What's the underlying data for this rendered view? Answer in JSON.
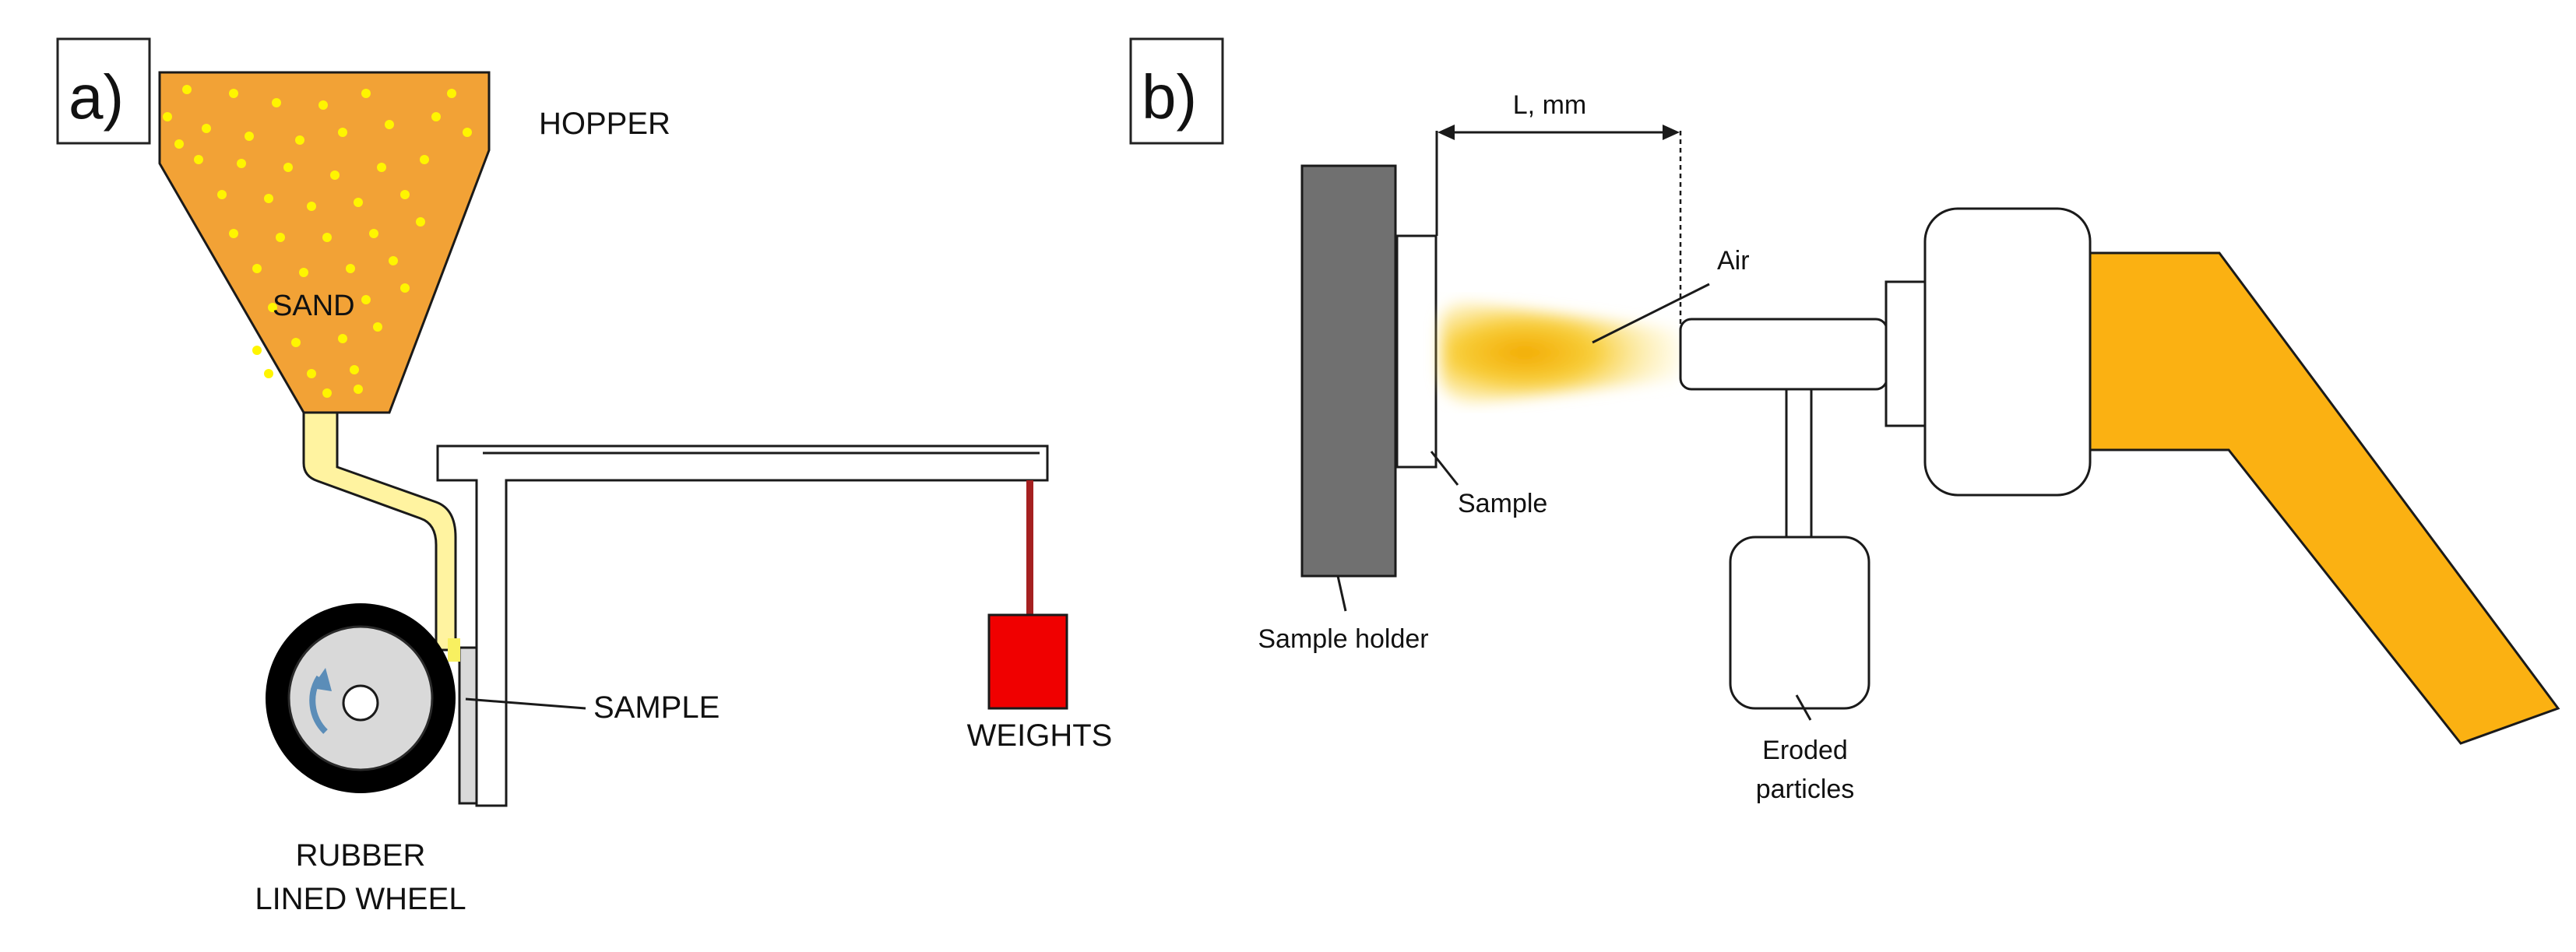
{
  "panel_a": {
    "label": "a)",
    "hopper_label": "HOPPER",
    "sand_label": "SAND",
    "sample_label": "SAMPLE",
    "weights_label": "WEIGHTS",
    "wheel_label_line1": "RUBBER",
    "wheel_label_line2": "LINED WHEEL"
  },
  "panel_b": {
    "label": "b)",
    "distance_label": "L, mm",
    "air_label": "Air",
    "sample_label": "Sample",
    "sample_holder_label": "Sample holder",
    "eroded_label_line1": "Eroded",
    "eroded_label_line2": "particles"
  },
  "colors": {
    "sand": "#F2A236",
    "sand_grains": "#FFF500",
    "weights": "#F00000",
    "weight_rod": "#A52020",
    "gun": "#FBB112",
    "holder": "#707070",
    "plume": "#F5B800",
    "wheel_arrow": "#5B8DB8"
  }
}
